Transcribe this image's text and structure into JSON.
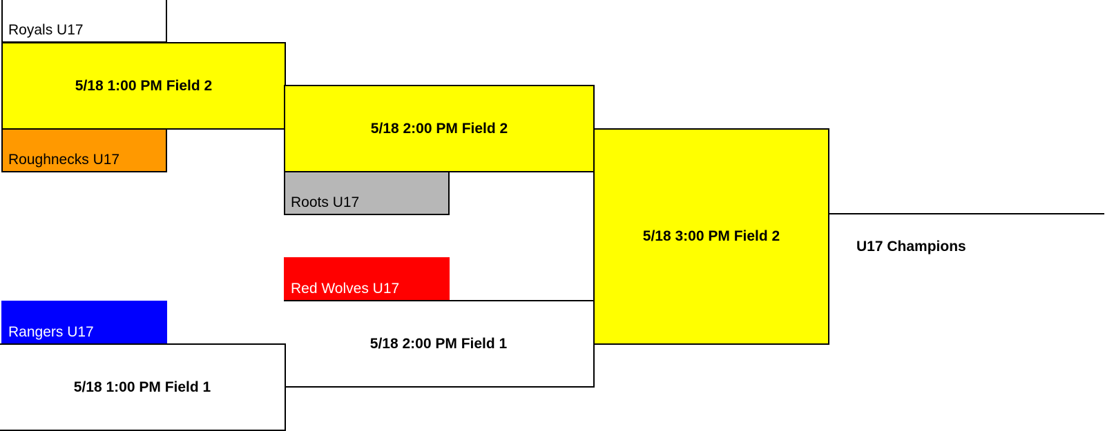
{
  "bracket": {
    "teams": {
      "royals": {
        "name": "Royals U17",
        "color": "#FFFFFF"
      },
      "roughnecks": {
        "name": "Roughnecks U17",
        "color": "#FF9900"
      },
      "roots": {
        "name": "Roots U17",
        "color": "#B7B7B7"
      },
      "red_wolves": {
        "name": "Red Wolves U17",
        "color": "#FF0000"
      },
      "rangers": {
        "name": "Rangers U17",
        "color": "#0000FF"
      }
    },
    "games": {
      "r1_field2": {
        "label": "5/18 1:00 PM Field 2",
        "color": "#FFFF00"
      },
      "r2_field2": {
        "label": "5/18 2:00 PM Field 2",
        "color": "#FFFF00"
      },
      "final_field2": {
        "label": "5/18 3:00 PM Field 2",
        "color": "#FFFF00"
      },
      "r2_field1": {
        "label": "5/18 2:00 PM Field 1",
        "color": "#FFFFFF"
      },
      "r1_field1": {
        "label": "5/18 1:00 PM Field 1",
        "color": "#FFFFFF"
      }
    },
    "champion_label": "U17 Champions"
  }
}
